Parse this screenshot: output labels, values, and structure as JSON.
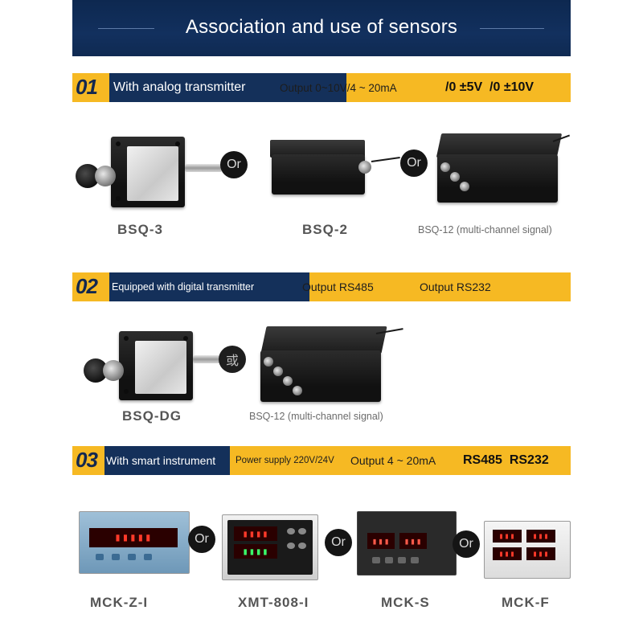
{
  "header": {
    "title": "Association and use of sensors"
  },
  "sections": [
    {
      "number": "01",
      "heading": "With analog transmitter",
      "output": "Output 0~10V/4 ~ 20mA",
      "extra": "/0 ±5V  /0 ±10V",
      "devices": [
        {
          "label": "BSQ-3"
        },
        {
          "label": "BSQ-2"
        },
        {
          "label": "BSQ-12 (multi-channel signal)"
        }
      ],
      "separators": [
        "Or",
        "Or"
      ]
    },
    {
      "number": "02",
      "heading": "Equipped with digital transmitter",
      "output_a": "Output RS485",
      "output_b": "Output RS232",
      "devices": [
        {
          "label": "BSQ-DG"
        },
        {
          "label": "BSQ-12 (multi-channel signal)"
        }
      ],
      "separators": [
        "或"
      ]
    },
    {
      "number": "03",
      "heading": "With smart instrument",
      "power": "Power supply 220V/24V",
      "output": "Output 4 ~ 20mA",
      "extra": "RS485  RS232",
      "devices": [
        {
          "label": "MCK-Z-I"
        },
        {
          "label": "XMT-808-I"
        },
        {
          "label": "MCK-S"
        },
        {
          "label": "MCK-F"
        }
      ],
      "separators": [
        "Or",
        "Or",
        "Or"
      ]
    }
  ],
  "colors": {
    "navy": "#14305a",
    "amber": "#f6b923",
    "display_red": "#ff3a2a"
  },
  "icons": [
    "sensor-transmitter-icon",
    "junction-box-icon",
    "instrument-panel-icon"
  ]
}
